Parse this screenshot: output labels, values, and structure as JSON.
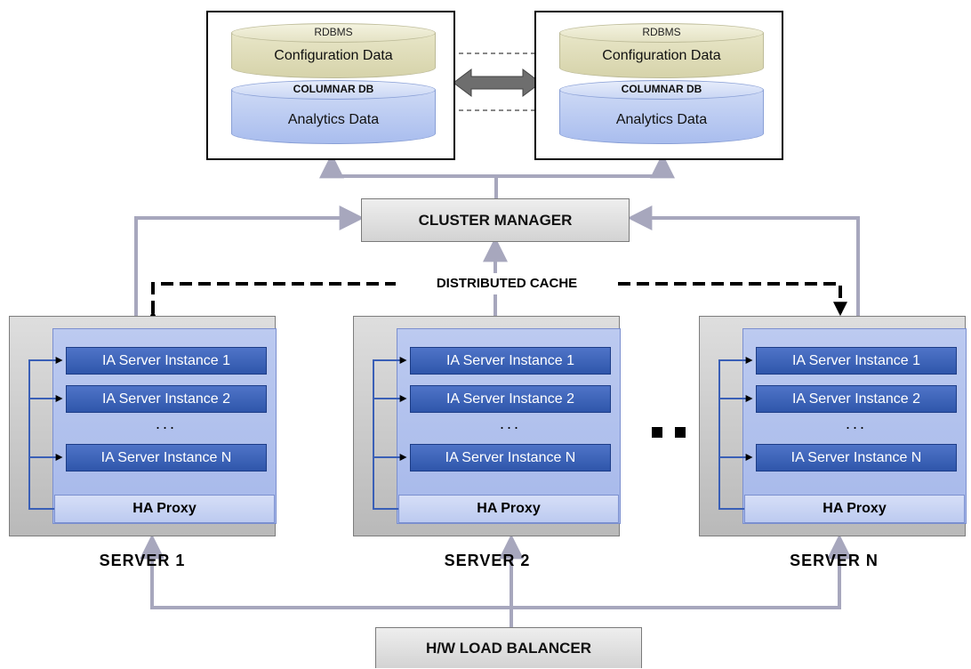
{
  "databases": {
    "rdbms_label": "RDBMS",
    "config_label": "Configuration Data",
    "columnar_label": "COLUMNAR DB",
    "analytics_label": "Analytics Data"
  },
  "cluster_manager": "CLUSTER MANAGER",
  "distributed_cache": "DISTRIBUTED CACHE",
  "servers": [
    {
      "label": "SERVER  1",
      "instances": [
        "IA Server Instance 1",
        "IA Server Instance 2",
        "IA Server Instance N"
      ],
      "dots": "...",
      "proxy": "HA Proxy"
    },
    {
      "label": "SERVER  2",
      "instances": [
        "IA Server Instance 1",
        "IA Server Instance 2",
        "IA Server Instance N"
      ],
      "dots": "...",
      "proxy": "HA Proxy"
    },
    {
      "label": "SERVER  N",
      "instances": [
        "IA Server Instance 1",
        "IA Server Instance 2",
        "IA Server Instance N"
      ],
      "dots": "...",
      "proxy": "HA Proxy"
    }
  ],
  "load_balancer": "H/W LOAD BALANCER",
  "colors": {
    "connector": "#a7a7bd",
    "instance_blue": "#3a5fb6",
    "inner_panel": "#b3c3ee",
    "config_db": "#e0dec0",
    "analytics_db": "#b8c9f2"
  }
}
